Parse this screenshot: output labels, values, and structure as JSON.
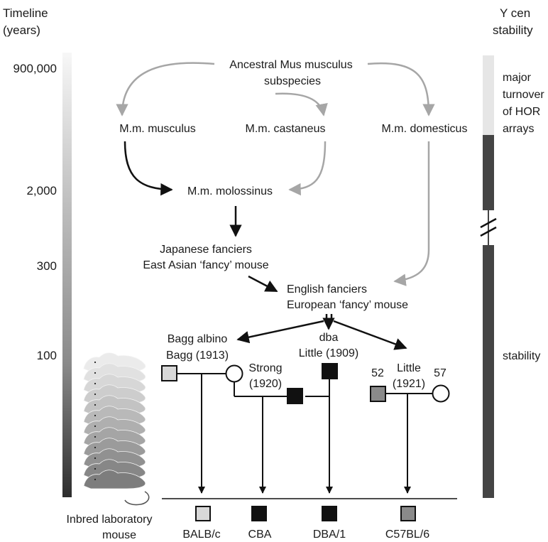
{
  "timeline": {
    "title_line1": "Timeline",
    "title_line2": "(years)",
    "ticks": [
      "900,000",
      "2,000",
      "300",
      "100"
    ]
  },
  "ycen": {
    "title_line1": "Y cen",
    "title_line2": "stability",
    "major_line1": "major",
    "major_line2": "turnover",
    "major_line3": "of HOR",
    "major_line4": "arrays",
    "stability": "stability",
    "colors": {
      "major": "#e6e6e6",
      "stable": "#444444"
    }
  },
  "nodes": {
    "ancestral_line1": "Ancestral Mus musculus",
    "ancestral_line2": "subspecies",
    "musculus": "M.m. musculus",
    "castaneus": "M.m. castaneus",
    "domesticus": "M.m. domesticus",
    "molossinus": "M.m. molossinus",
    "japanese_line1": "Japanese fanciers",
    "japanese_line2": "East Asian ‘fancy’ mouse",
    "english_line1": "English fanciers",
    "english_line2": "European ‘fancy’ mouse"
  },
  "founders": {
    "bagg_line1": "Bagg albino",
    "bagg_line2": "Bagg (1913)",
    "dba_line1": "dba",
    "dba_line2": "Little (1909)",
    "strong_line1": "Strong",
    "strong_line2": "(1920)",
    "little_line1": "Little",
    "little_line2": "(1921)",
    "mouse52": "52",
    "mouse57": "57"
  },
  "strains": {
    "label_line1": "Inbred laboratory",
    "label_line2": "mouse",
    "items": [
      {
        "name": "BALB/c",
        "color": "#d8d8d8"
      },
      {
        "name": "CBA",
        "color": "#111111"
      },
      {
        "name": "DBA/1",
        "color": "#111111"
      },
      {
        "name": "C57BL/6",
        "color": "#8a8a8a"
      }
    ]
  },
  "colors": {
    "grey_arrow": "#a6a6a6",
    "black_arrow": "#111111",
    "light_square": "#d8d8d8",
    "mid_square": "#8a8a8a",
    "dark_square": "#111111"
  }
}
